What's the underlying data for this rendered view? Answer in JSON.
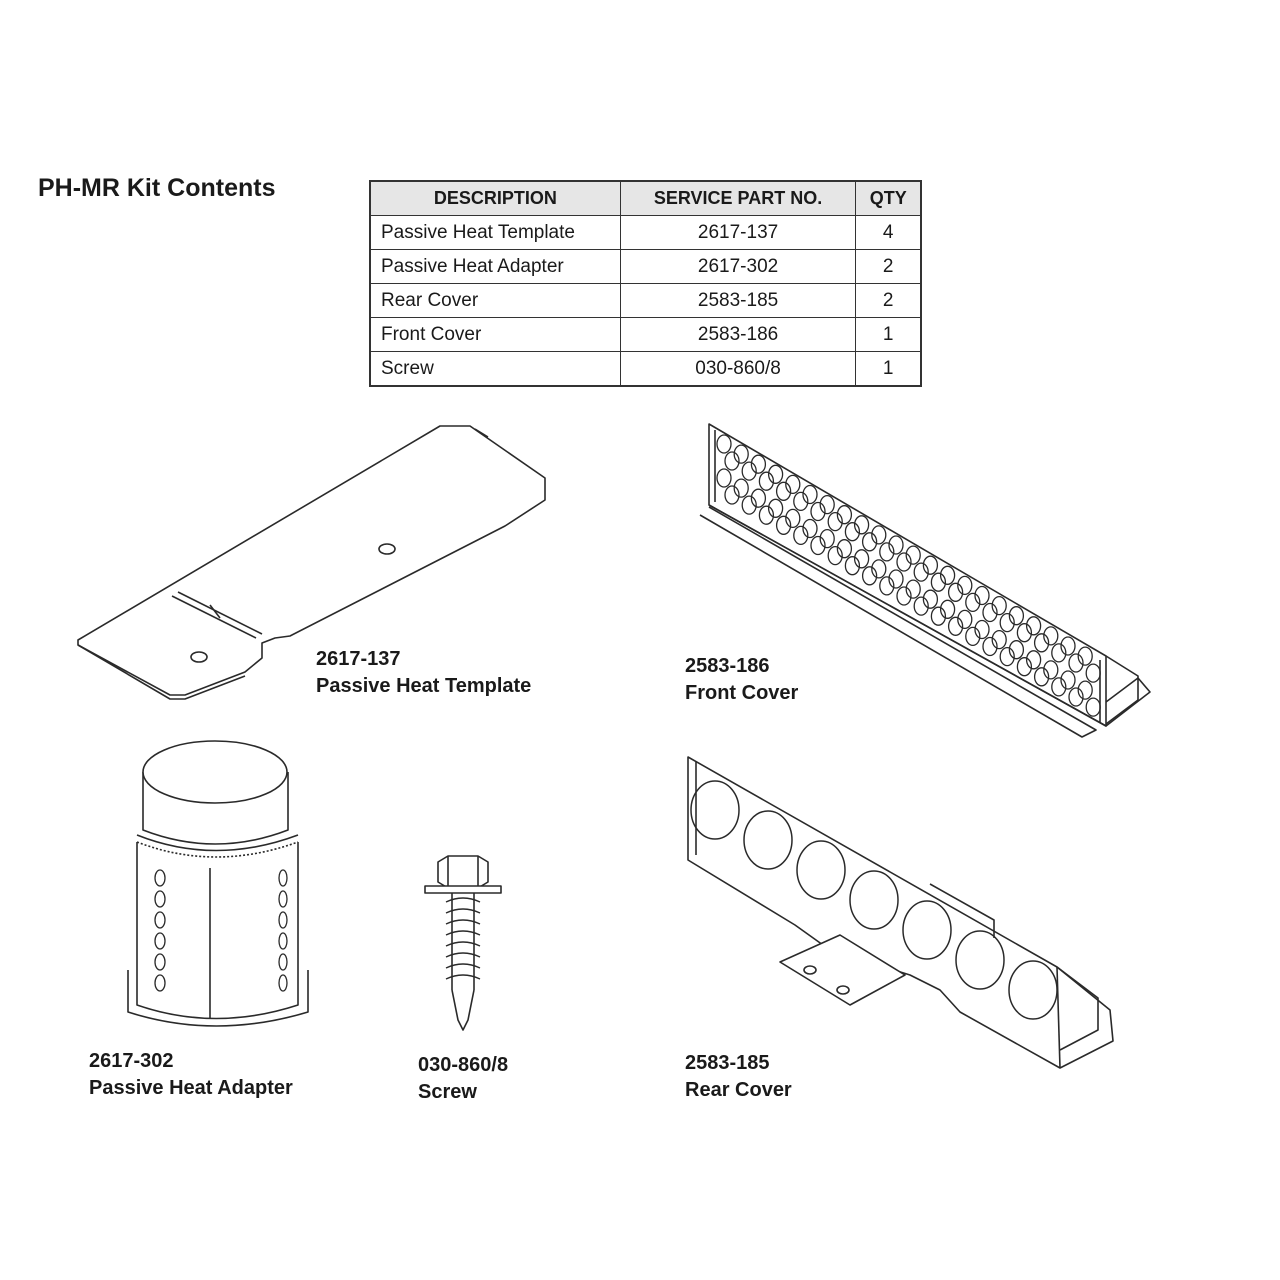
{
  "title": "PH-MR Kit Contents",
  "table": {
    "headers": [
      "DESCRIPTION",
      "SERVICE PART NO.",
      "QTY"
    ],
    "rows": [
      {
        "description": "Passive Heat Template",
        "part": "2617-137",
        "qty": "4"
      },
      {
        "description": "Passive Heat Adapter",
        "part": "2617-302",
        "qty": "2"
      },
      {
        "description": "Rear Cover",
        "part": "2583-185",
        "qty": "2"
      },
      {
        "description": "Front Cover",
        "part": "2583-186",
        "qty": "1"
      },
      {
        "description": "Screw",
        "part": "030-860/8",
        "qty": "1"
      }
    ]
  },
  "parts": {
    "template": {
      "number": "2617-137",
      "name": "Passive Heat Template"
    },
    "front_cover": {
      "number": "2583-186",
      "name": "Front Cover"
    },
    "adapter": {
      "number": "2617-302",
      "name": "Passive Heat Adapter"
    },
    "screw": {
      "number": "030-860/8",
      "name": "Screw"
    },
    "rear_cover": {
      "number": "2583-185",
      "name": "Rear Cover"
    }
  }
}
